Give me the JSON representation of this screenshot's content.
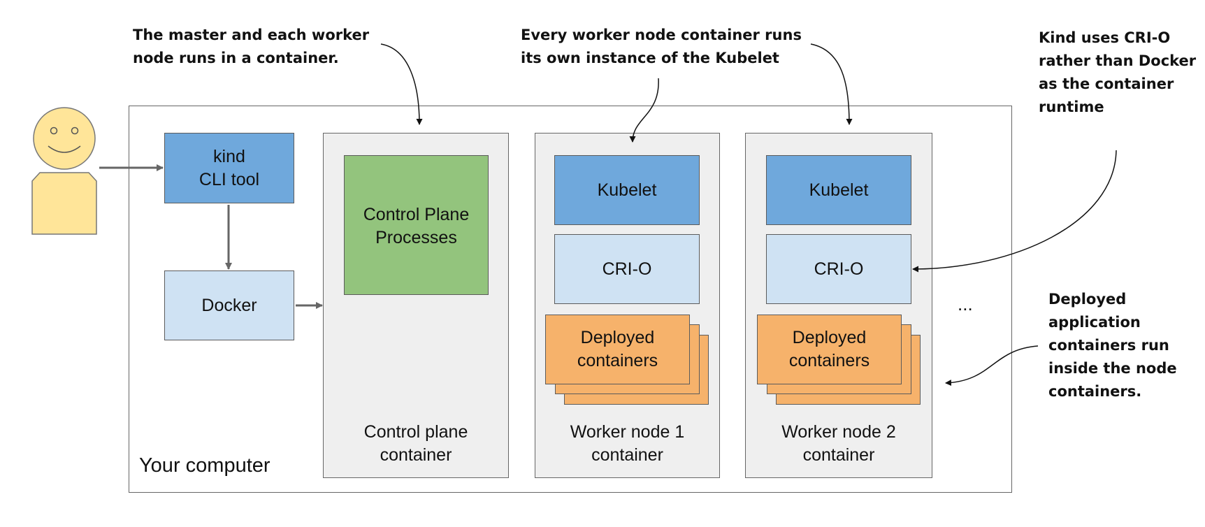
{
  "annotations": {
    "master_note": "The master and each worker\nnode runs in a container.",
    "kubelet_note": "Every worker node container runs\nits own instance of the Kubelet",
    "crio_note": "Kind uses CRI-O\nrather than Docker\nas the container\nruntime",
    "deployed_note": "Deployed\napplication\ncontainers run\ninside the node\ncontainers."
  },
  "computer": {
    "label": "Your computer"
  },
  "kind_tool": {
    "label": "kind\nCLI tool"
  },
  "docker": {
    "label": "Docker"
  },
  "control_plane": {
    "processes_label": "Control Plane\nProcesses",
    "caption": "Control plane\ncontainer"
  },
  "worker1": {
    "kubelet": "Kubelet",
    "crio": "CRI-O",
    "deployed": "Deployed\ncontainers",
    "caption": "Worker node 1\ncontainer"
  },
  "worker2": {
    "kubelet": "Kubelet",
    "crio": "CRI-O",
    "deployed": "Deployed\ncontainers",
    "caption": "Worker node 2\ncontainer"
  },
  "ellipsis": "...",
  "colors": {
    "kubelet_blue": "#6fa8dc",
    "light_blue": "#cfe2f3",
    "green": "#93c47d",
    "orange": "#f6b26b",
    "panel_gray": "#efefef",
    "user_yellow": "#ffe599"
  },
  "icons": {
    "user": "smiley-user-icon"
  }
}
